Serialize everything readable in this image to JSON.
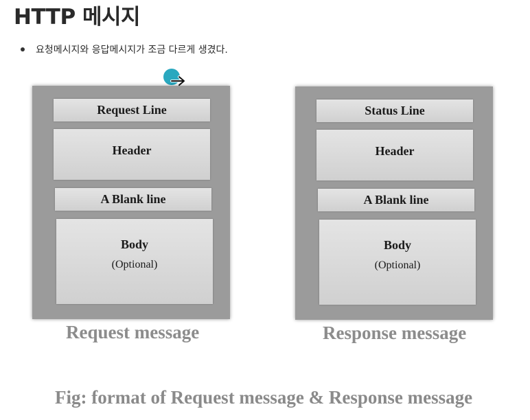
{
  "page": {
    "title": "HTTP 메시지",
    "bullet": "요청메시지와 응답메시지가 조금 다르게 생겼다."
  },
  "cursor": {
    "icon": "arrow-right-icon",
    "color": "#2aa8bf"
  },
  "diagram": {
    "request": {
      "sections": {
        "line": "Request Line",
        "header": "Header",
        "blank": "A Blank line",
        "body": "Body",
        "body_note": "(Optional)"
      },
      "caption": "Request message"
    },
    "response": {
      "sections": {
        "line": "Status Line",
        "header": "Header",
        "blank": "A Blank line",
        "body": "Body",
        "body_note": "(Optional)"
      },
      "caption": "Response message"
    },
    "figure_caption": "Fig: format of Request message & Response message"
  }
}
